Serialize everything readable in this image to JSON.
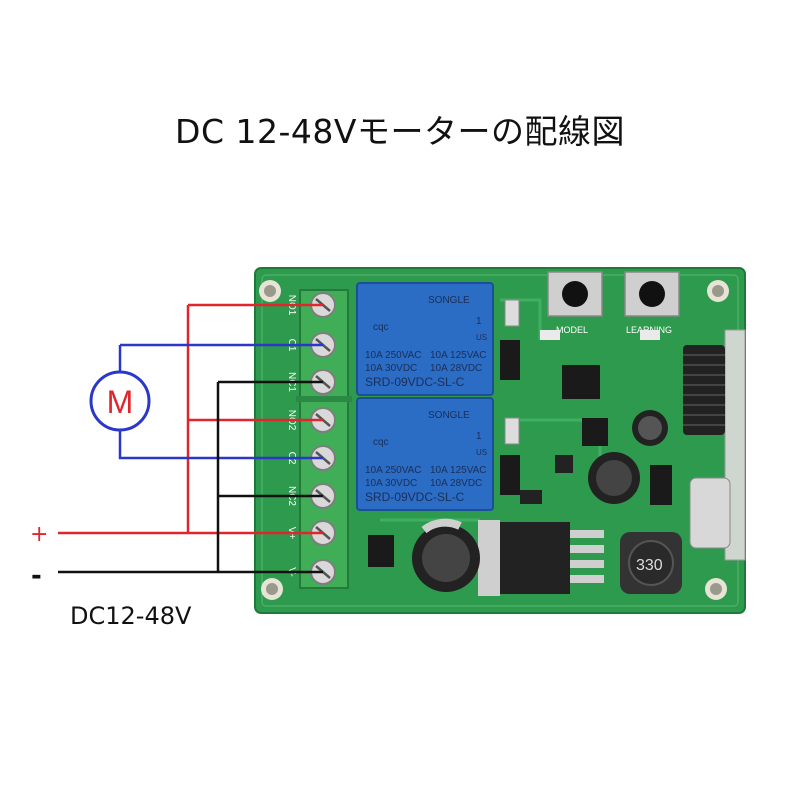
{
  "title": "DC 12-48Vモーターの配線図",
  "power": {
    "plus_label": "+",
    "minus_label": "-",
    "voltage_caption": "DC12-48V"
  },
  "motor": {
    "label": "M"
  },
  "terminals": [
    "NO1",
    "C1",
    "NC1",
    "NO2",
    "C2",
    "NC2",
    "V+",
    "V-"
  ],
  "relay": {
    "brand": "SONGLE",
    "spec_left_1": "10A 250VAC",
    "spec_left_2": "10A 30VDC",
    "spec_right_1": "10A 125VAC",
    "spec_right_2": "10A 28VDC",
    "model": "SRD-09VDC-SL-C",
    "cqc": "cqc",
    "us_mark": "US",
    "ul_num": "1"
  },
  "buttons": {
    "model_label": "MODEL",
    "learning_label": "LEARNING"
  },
  "inductor_label": "330",
  "colors": {
    "positive_wire": "#e0262c",
    "motor_wire": "#2a37c8",
    "negative_wire": "#111111",
    "pcb": "#2e9a4e",
    "terminal_block": "#3fae57",
    "relay": "#2b6cc4"
  }
}
